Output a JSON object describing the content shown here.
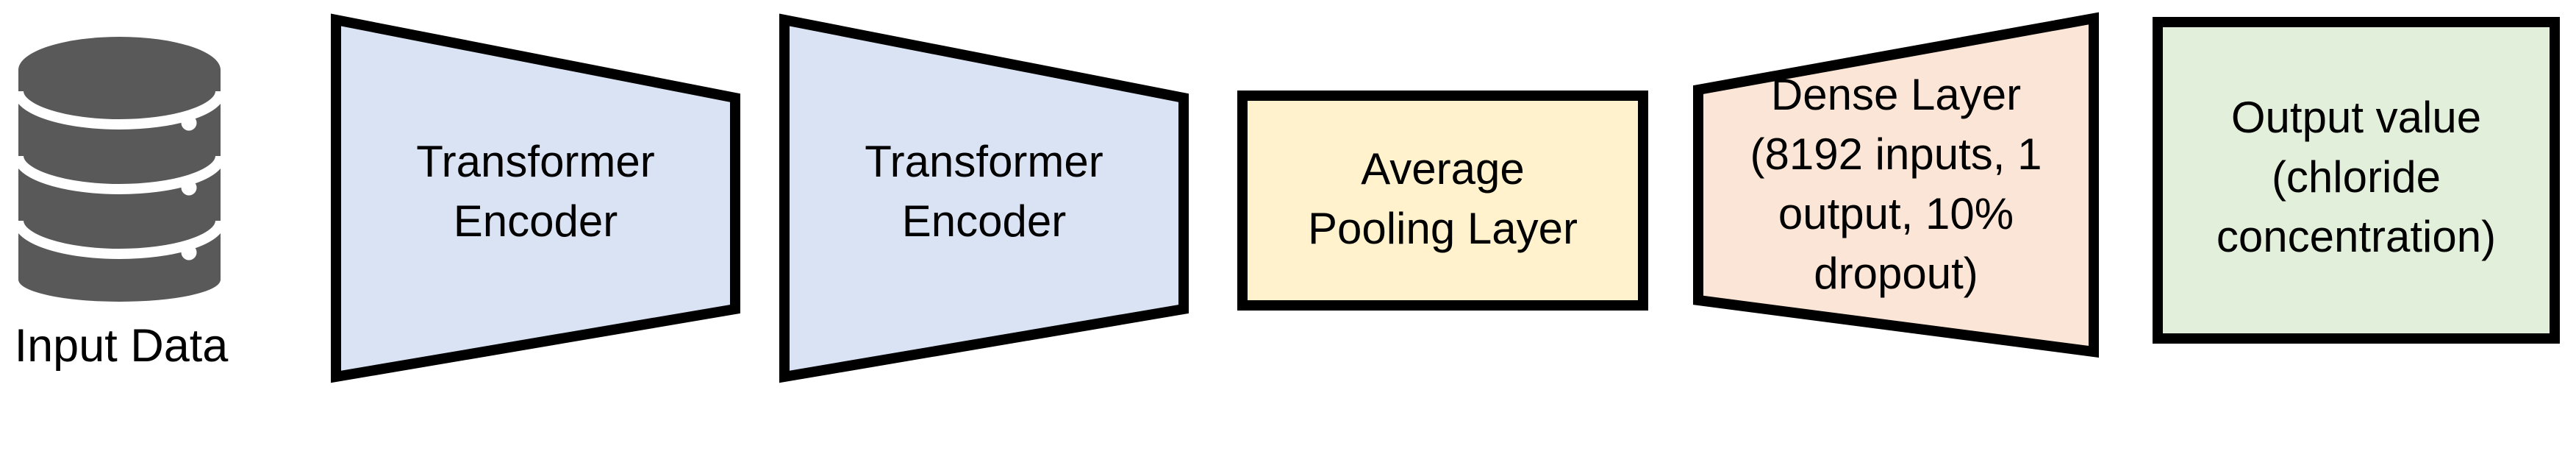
{
  "diagram": {
    "background": "#ffffff",
    "outline_color": "#000000",
    "text_color": "#000000",
    "input": {
      "label": "Input Data",
      "icon": "database-icon",
      "icon_color": "#595959",
      "icon_detail_color": "#ffffff"
    },
    "nodes": [
      {
        "id": "encoder-1",
        "shape": "trapezoid-narrowing",
        "fill": "#dae3f3",
        "lines": [
          "Transformer",
          "Encoder"
        ]
      },
      {
        "id": "encoder-2",
        "shape": "trapezoid-narrowing",
        "fill": "#dae3f3",
        "lines": [
          "Transformer",
          "Encoder"
        ]
      },
      {
        "id": "average-pooling",
        "shape": "rectangle",
        "fill": "#fff2cc",
        "lines": [
          "Average",
          "Pooling Layer"
        ]
      },
      {
        "id": "dense-layer",
        "shape": "trapezoid-expanding",
        "fill": "#fbe5d6",
        "lines": [
          "Dense Layer",
          "(8192 inputs, 1",
          "output, 10%",
          "dropout)"
        ]
      },
      {
        "id": "output-value",
        "shape": "rectangle",
        "fill": "#e2efda",
        "lines": [
          "Output value",
          "(chloride",
          "concentration)"
        ]
      }
    ]
  }
}
